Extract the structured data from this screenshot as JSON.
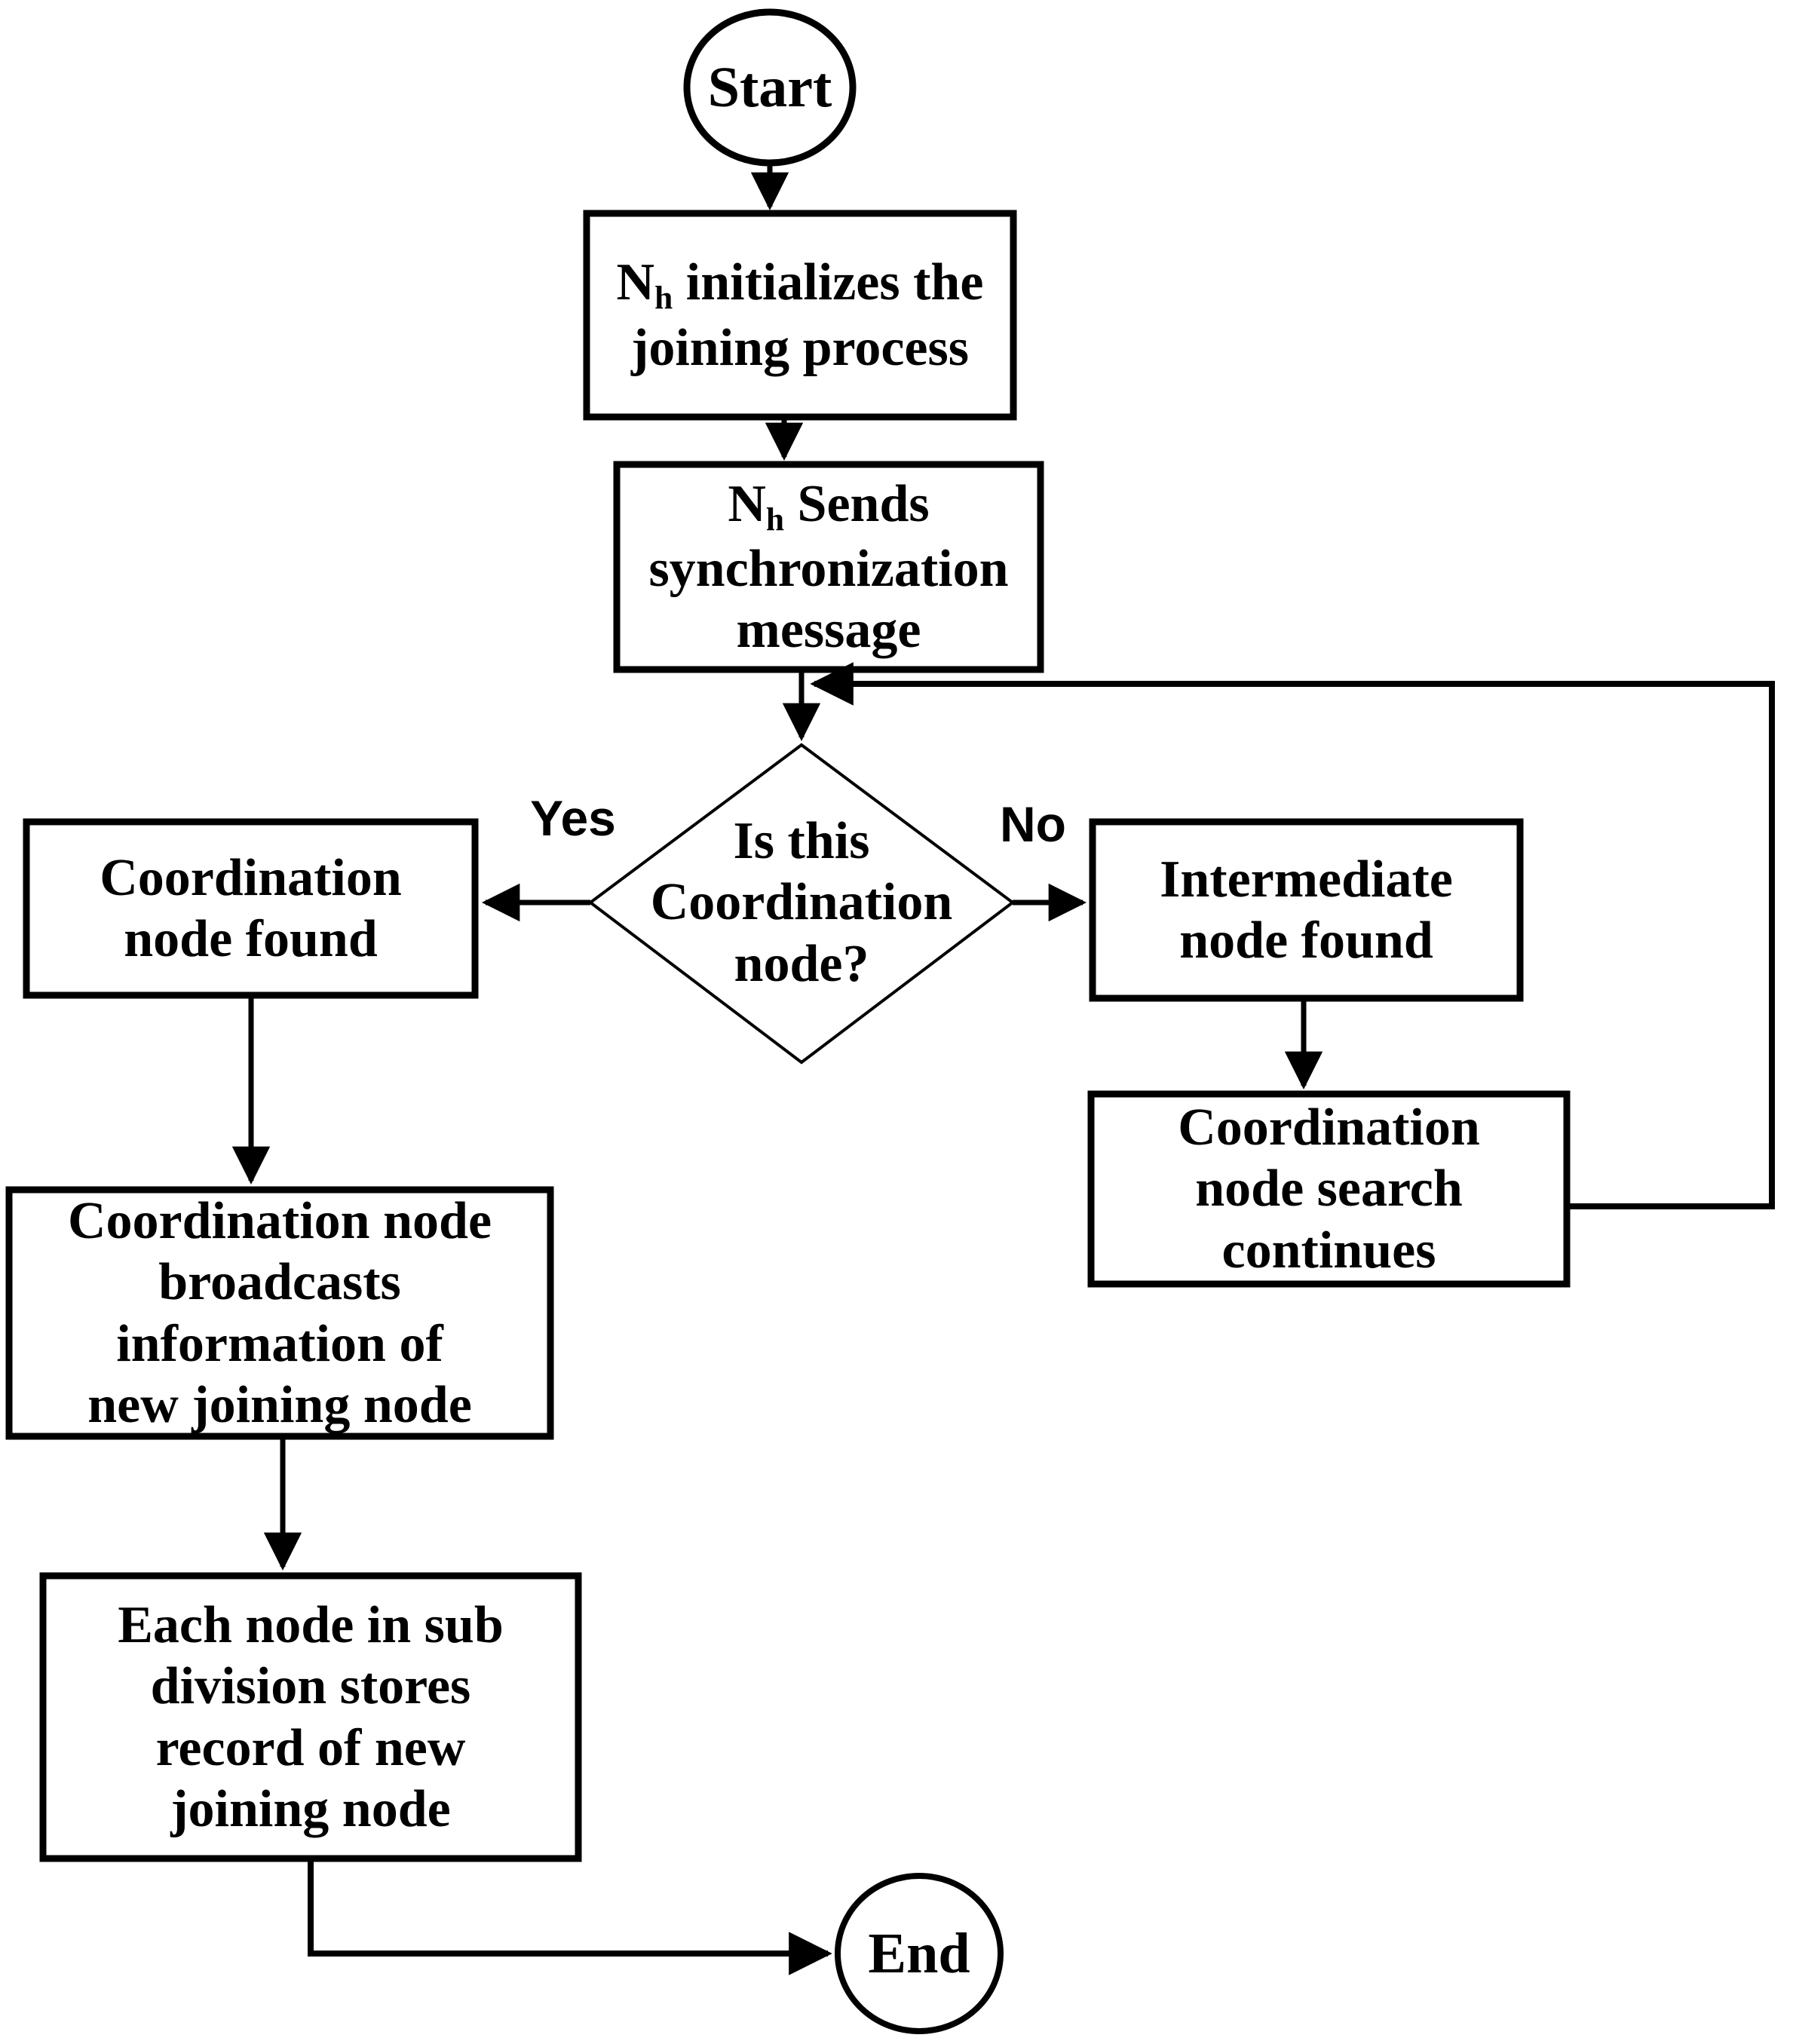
{
  "flowchart": {
    "start": {
      "label": "Start"
    },
    "initialize": {
      "prefix": "N",
      "subscript": "h",
      "rest_lines": [
        " initializes the",
        "joining process"
      ]
    },
    "sync": {
      "prefix": "N",
      "subscript": "h",
      "rest_lines": [
        " Sends",
        "synchronization",
        "message"
      ]
    },
    "decision": {
      "lines": [
        "Is this",
        "Coordination",
        "node?"
      ]
    },
    "branch_yes": {
      "label": "Yes"
    },
    "branch_no": {
      "label": "No"
    },
    "coordination_found": {
      "lines": [
        "Coordination",
        "node found"
      ]
    },
    "intermediate_found": {
      "lines": [
        "Intermediate",
        "node found"
      ]
    },
    "search_continues": {
      "lines": [
        "Coordination",
        "node search",
        "continues"
      ]
    },
    "broadcasts": {
      "lines": [
        "Coordination node",
        "broadcasts",
        "information of",
        "new joining node"
      ]
    },
    "stores_record": {
      "lines": [
        "Each node in sub",
        "division stores",
        "record of new",
        "joining node"
      ]
    },
    "end": {
      "label": "End"
    }
  },
  "colors": {
    "line": "#000000",
    "background": "#ffffff"
  }
}
